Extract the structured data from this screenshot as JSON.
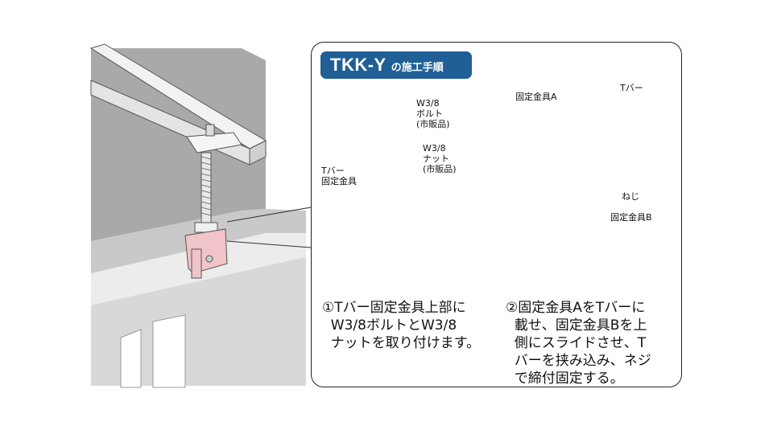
{
  "title": {
    "main": "TKK-Y",
    "sub": "の施工手順"
  },
  "step1": {
    "labels": {
      "bolt": "W3/8\nボルト\n(市販品)",
      "nut": "W3/8\nナット\n(市販品)",
      "bracket": "Tバー\n固定金具"
    },
    "caption": "①Tバー固定金具上部に\n  W3/8ボルトとW3/8\n  ナットを取り付けます。"
  },
  "step2": {
    "labels": {
      "bracket_a": "固定金具A",
      "tbar": "Tバー",
      "screw": "ねじ",
      "bracket_b": "固定金具B"
    },
    "caption": "②固定金具AをTバーに\n  載せ、固定金具Bを上\n  側にスライドさせ、T\n  バーを挟み込み、ネジ\n  で締付固定する。"
  },
  "colors": {
    "accent": "#1f5f96",
    "bracket": "#f0c4c8",
    "arrow": "#e0202a",
    "ceiling": "#bdbdbd"
  }
}
